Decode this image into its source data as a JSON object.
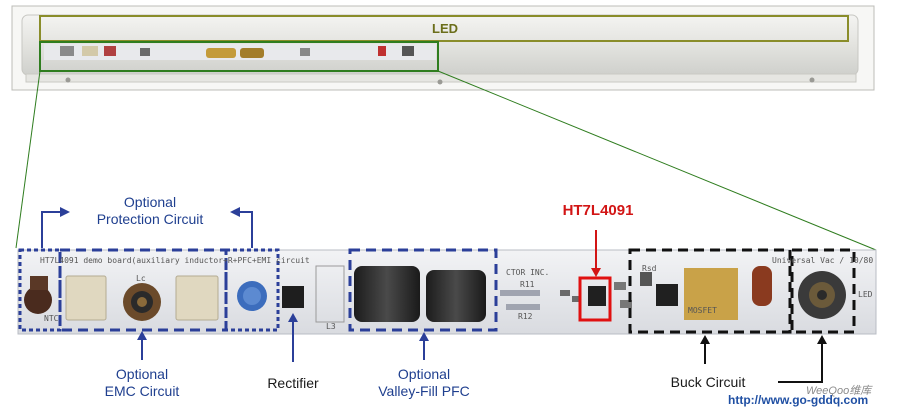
{
  "labels": {
    "led": "LED",
    "chip": "HT7L4091",
    "protection_line1": "Optional",
    "protection_line2": "Protection Circuit",
    "emc_line1": "Optional",
    "emc_line2": "EMC Circuit",
    "rectifier": "Rectifier",
    "pfc_line1": "Optional",
    "pfc_line2": "Valley-Fill PFC",
    "buck": "Buck Circuit"
  },
  "board_text": {
    "silkscreen_left": "HT7L4091 demo board(auxiliary inductor+R+PFC+EMI circuit",
    "silkscreen_right": "Universal Vac / 10/80",
    "vendor": "CTOR INC.",
    "lc": "Lc",
    "r11": "R11",
    "r12": "R12",
    "l3": "L3",
    "rsd": "Rsd",
    "mosfet": "MOSFET",
    "ntc": "NTC",
    "led_pin": "LED"
  },
  "watermark": "WeeQoo维库",
  "url": "http://www.go-gddq.com",
  "colors": {
    "led_frame": "#8a8d2a",
    "zoom_frame": "#2f7d1f",
    "optional_box": "#2b3f99",
    "buck_box": "#111111",
    "chip_box": "#e01010"
  }
}
